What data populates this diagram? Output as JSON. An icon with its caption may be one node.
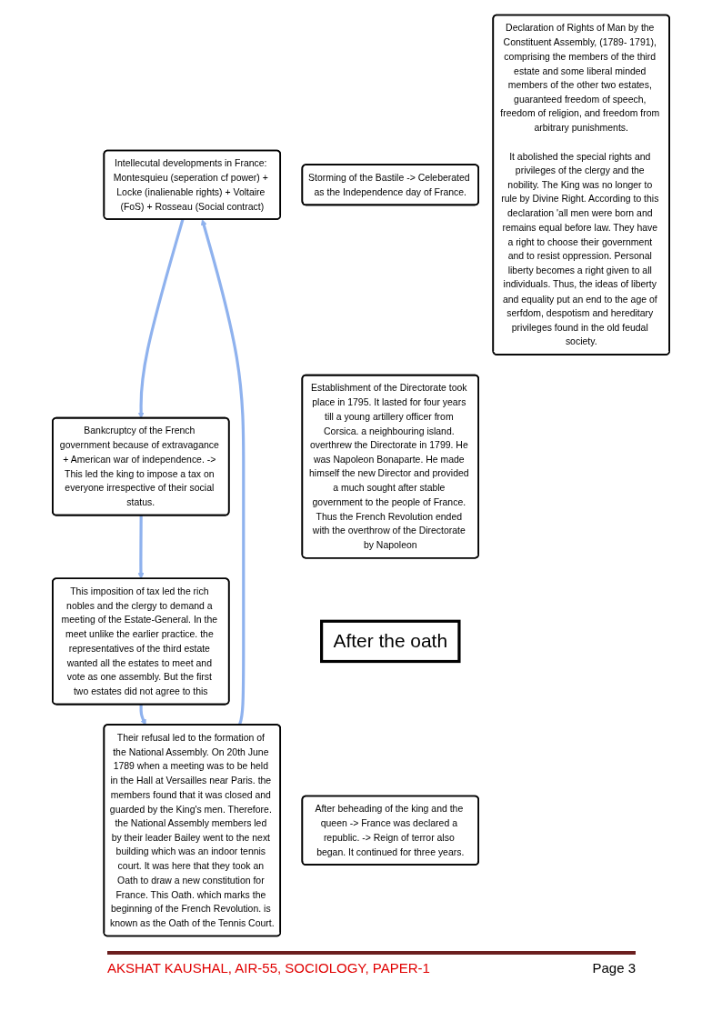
{
  "diagram": {
    "nodes": [
      {
        "text": [
          "Intellecutal developments in France: Montesquieu (seperation cf power) + Locke (inalienable rights) + Voltaire (FoS) + Rosseau (Social contract)"
        ]
      },
      {
        "text": [
          "Bankcruptcy of the French government because of extravagance + American war of independence. -> This led the king to impose a tax on everyone irrespective of their social status."
        ]
      },
      {
        "text": [
          "This imposition of tax led the rich nobles and the clergy to demand a meeting of the Estate-General. In the meet unlike the earlier practice. the representatives of the third estate wanted all the estates to meet and vote as one assembly. But the first two estates did not agree to this"
        ]
      },
      {
        "text": [
          "Their refusal led to the formation of the National Assembly. On 20th June 1789 when a meeting was to be held in the Hall at Versailles near Paris. the members found that it was closed and guarded by the King's men. Therefore. the National Assembly members led by their leader Bailey went to the next building which was an indoor tennis court. It was here that they took an Oath to draw a new constitution for France. This Oath. which marks the beginning of the French Revolution. is known as the Oath of the Tennis Court."
        ]
      },
      {
        "text": [
          "Storming of the Bastile -> Celeberated as the Independence day of France."
        ]
      },
      {
        "text": [
          "Establishment of the Directorate took place in 1795. It lasted for four years till a young artillery officer from Corsica. a neighbouring island. overthrew the Directorate in 1799. He was Napoleon Bonaparte. He made himself the new Director and provided a much sought after stable government to the people of France. Thus the French Revolution ended with the overthrow of the Directorate by Napoleon"
        ]
      },
      {
        "text": [
          "After the oath"
        ]
      },
      {
        "text": [
          "Declaration of Rights of Man by the Constituent Assembly, (1789- 1791), comprising the members of the third estate and some liberal minded members of the other two estates, guaranteed freedom of speech, freedom of religion, and freedom from arbitrary punishments.",
          "It abolished the special rights and privileges of the clergy and the nobility. The King was no longer to rule by Divine Right. According to this declaration 'all men were born and remains equal before law. They have a right to choose their government and to resist oppression. Personal liberty becomes a right given to all individuals. Thus, the ideas of liberty and equality put an end to the age of serfdom, despotism and hereditary privileges found in the old feudal society."
        ]
      },
      {
        "text": [
          "After beheading of the king and the queen -> France was declared a republic. -> Reign of terror also began. It continued for three years."
        ]
      }
    ],
    "edges": [
      {
        "from": 0,
        "to": 1,
        "arrow": "to"
      },
      {
        "from": 1,
        "to": 2,
        "arrow": "to"
      },
      {
        "from": 2,
        "to": 3,
        "arrow": "to"
      },
      {
        "from": 3,
        "to": 0,
        "arrow": "to"
      }
    ],
    "labels": [
      "AKSHAT KAUSHAL, AIR-55, SOCIOLOGY, PAPER-1",
      "Page 3"
    ]
  }
}
